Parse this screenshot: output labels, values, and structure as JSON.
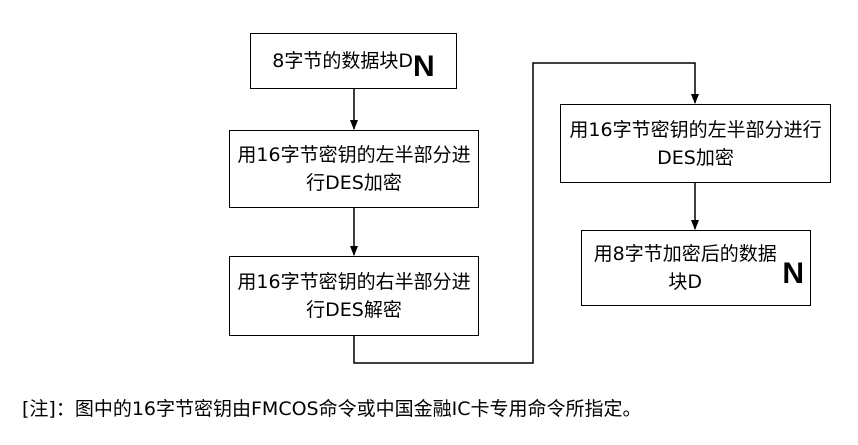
{
  "nodes": {
    "n1": {
      "text": "8字节的数据块D",
      "sub": "N"
    },
    "n2": {
      "text": "用16字节密钥的左半部分进行DES加密"
    },
    "n3": {
      "text": "用16字节密钥的右半部分进行DES解密"
    },
    "n4": {
      "text": "用16字节密钥的左半部分进行DES加密"
    },
    "n5": {
      "text": "用8字节加密后的数据块D",
      "sub": "N"
    }
  },
  "note": "[注]：图中的16字节密钥由FMCOS命令或中国金融IC卡专用命令所指定。"
}
